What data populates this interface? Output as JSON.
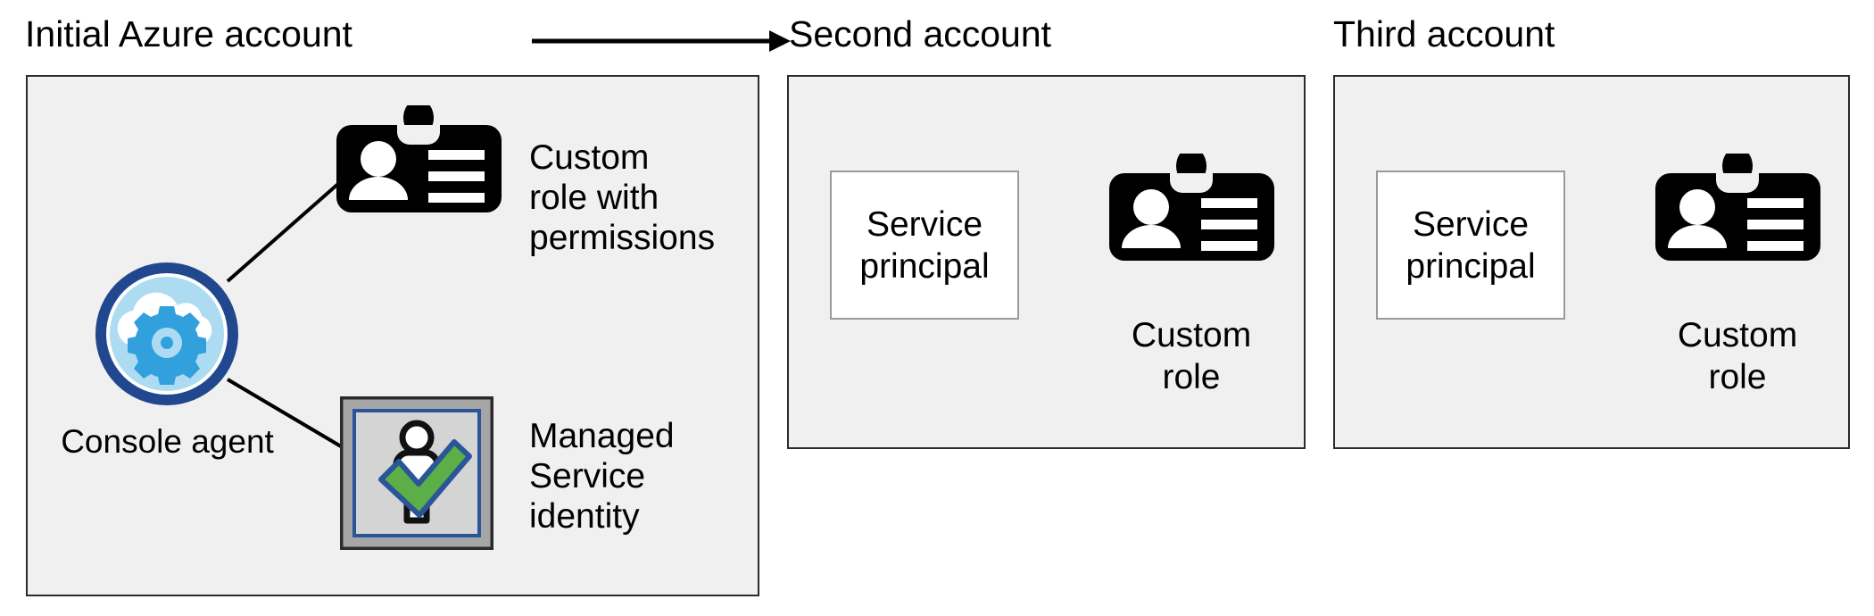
{
  "diagram": {
    "title_1": "Initial Azure account",
    "title_2": "Second account",
    "title_3": "Third account",
    "arrow_label": "flow-arrow",
    "colors": {
      "panel_fill": "#F0F0F0",
      "panel_border": "#2B2B2B",
      "box_fill": "#FFFFFF",
      "box_border": "#9A9A9A",
      "icon_black": "#000000",
      "agent_ring": "#21478F",
      "agent_inner": "#ADDCF2",
      "agent_cloud": "#FFFFFF",
      "agent_gear": "#33A0DE",
      "msi_outer_border": "#2B2B2B",
      "msi_frame": "#A6A6A6",
      "msi_inner_border": "#2A5699",
      "msi_inner_fill": "#D4D4D4",
      "msi_check": "#5CAF46",
      "msi_person": "#FFFFFF"
    }
  },
  "panel_1": {
    "agent": {
      "label": "Console agent",
      "icon": "cloud-gear-icon"
    },
    "items": [
      {
        "icon": "id-badge-icon",
        "label": "Custom\nrole with\npermissions",
        "label_lines": [
          "Custom",
          "role with",
          "permissions"
        ]
      },
      {
        "icon": "managed-service-identity-icon",
        "label": "Managed\nService\nidentity",
        "label_lines": [
          "Managed",
          "Service",
          "identity"
        ]
      }
    ]
  },
  "panel_2": {
    "service_principal": {
      "label": "Service principal",
      "label_lines": [
        "Service",
        "principal"
      ]
    },
    "role": {
      "icon": "id-badge-icon",
      "label": "Custom role",
      "label_lines": [
        "Custom",
        "role"
      ]
    }
  },
  "panel_3": {
    "service_principal": {
      "label": "Service principal",
      "label_lines": [
        "Service",
        "principal"
      ]
    },
    "role": {
      "icon": "id-badge-icon",
      "label": "Custom role",
      "label_lines": [
        "Custom",
        "role"
      ]
    }
  }
}
